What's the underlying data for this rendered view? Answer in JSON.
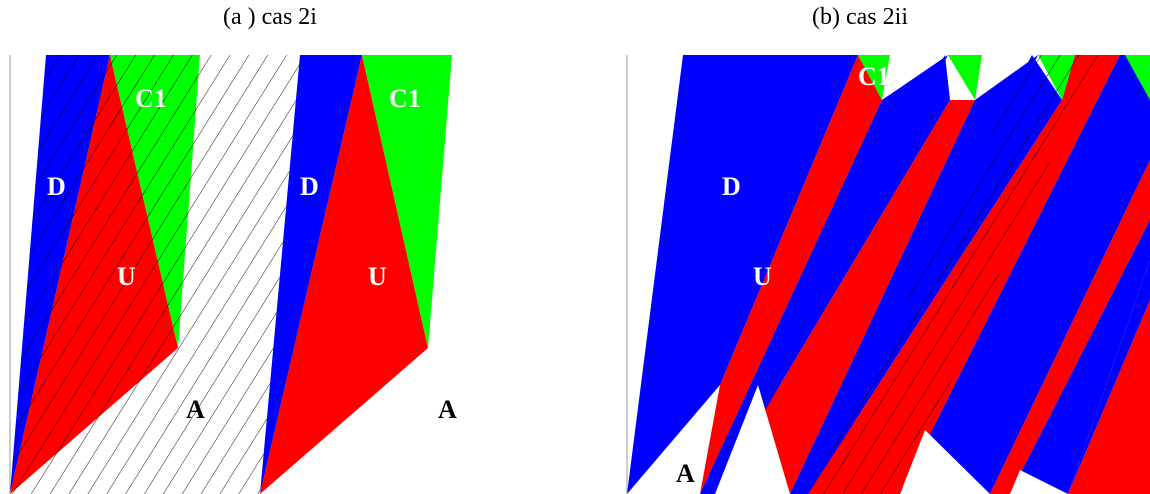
{
  "panels": [
    {
      "id": "a",
      "title": "(a ) cas 2i"
    },
    {
      "id": "b",
      "title": "(b) cas 2ii"
    }
  ],
  "labels": {
    "d": "D",
    "u": "U",
    "c1": "C1",
    "a": "A"
  },
  "colors": {
    "D": "#0000ff",
    "U": "#ff0000",
    "C1": "#00ff00",
    "A": "#ffffff",
    "hatch": "#000000",
    "axis": "#999999",
    "label_light": "#ffffff",
    "label_dark": "#000000"
  }
}
